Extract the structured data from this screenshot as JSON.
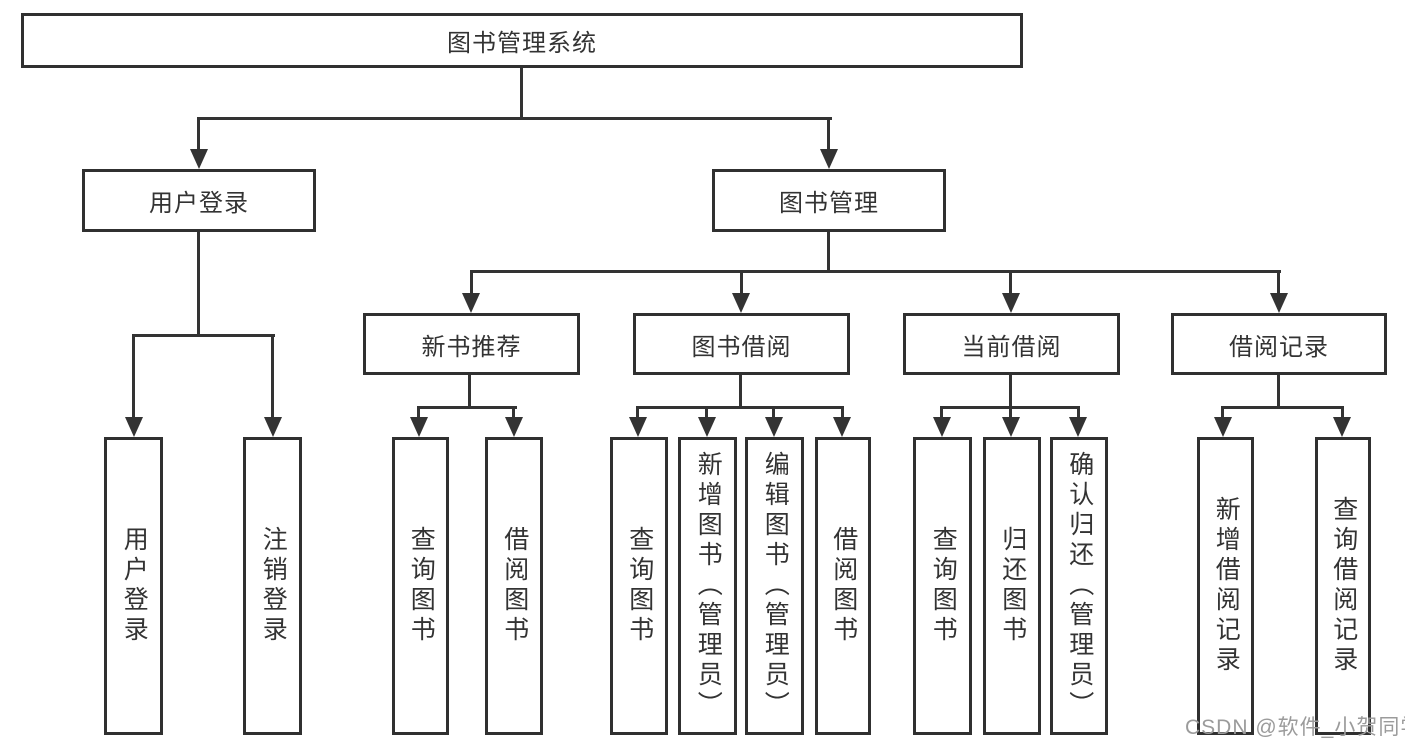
{
  "diagram": {
    "type": "tree",
    "nodes": {
      "root": "图书管理系统",
      "level2": [
        "用户登录",
        "图书管理"
      ],
      "level3": [
        "新书推荐",
        "图书借阅",
        "当前借阅",
        "借阅记录"
      ],
      "leaves": [
        "用户登录",
        "注销登录",
        "查询图书",
        "借阅图书",
        "查询图书",
        "新增图书（管理员）",
        "编辑图书（管理员）",
        "借阅图书",
        "查询图书",
        "归还图书",
        "确认归还（管理员）",
        "新增借阅记录",
        "查询借阅记录"
      ]
    },
    "edges": [
      {
        "from": "图书管理系统",
        "to": [
          "用户登录",
          "图书管理"
        ]
      },
      {
        "from": "用户登录",
        "to": [
          "用户登录",
          "注销登录"
        ]
      },
      {
        "from": "图书管理",
        "to": [
          "新书推荐",
          "图书借阅",
          "当前借阅",
          "借阅记录"
        ]
      },
      {
        "from": "新书推荐",
        "to": [
          "查询图书",
          "借阅图书"
        ]
      },
      {
        "from": "图书借阅",
        "to": [
          "查询图书",
          "新增图书（管理员）",
          "编辑图书（管理员）",
          "借阅图书"
        ]
      },
      {
        "from": "当前借阅",
        "to": [
          "查询图书",
          "归还图书",
          "确认归还（管理员）"
        ]
      },
      {
        "from": "借阅记录",
        "to": [
          "新增借阅记录",
          "查询借阅记录"
        ]
      }
    ],
    "colors": {
      "line": "#333333",
      "box_border": "#303030",
      "box_background": "#ffffff",
      "text": "#333333",
      "watermark": "#9b9b9b",
      "page_background": "#ffffff"
    }
  },
  "watermark": "CSDN @软件_小贺同学"
}
